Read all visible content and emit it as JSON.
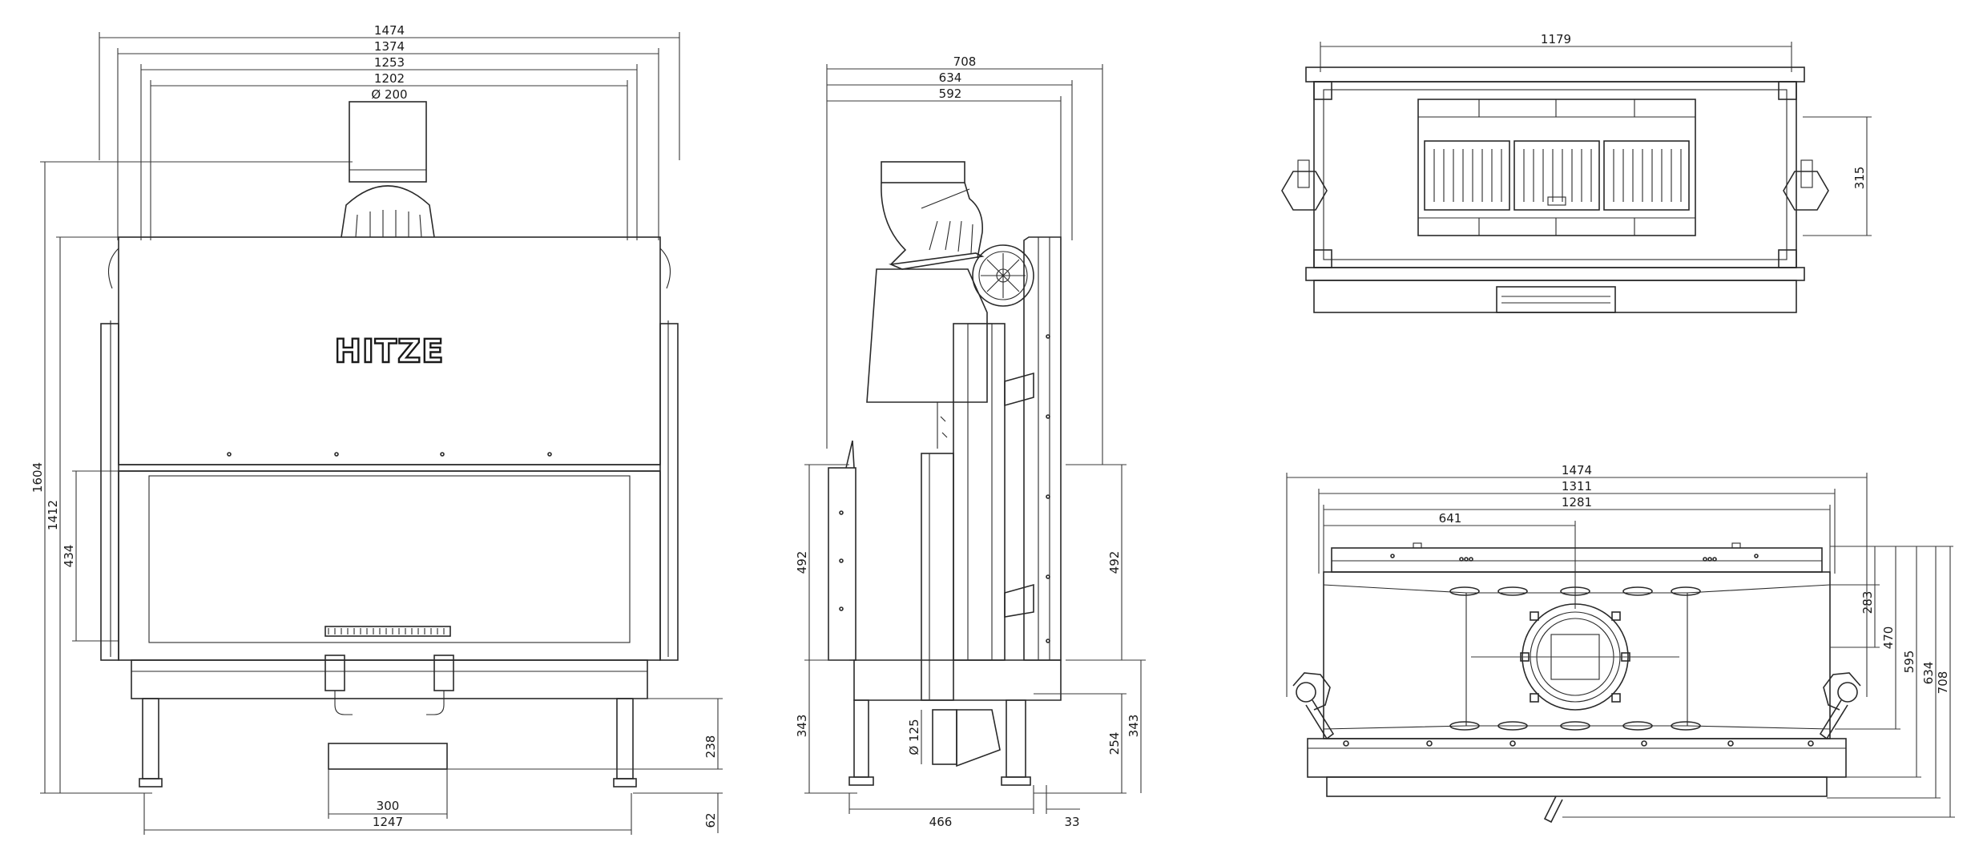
{
  "drawing": {
    "brand": "HITZE",
    "front_view": {
      "overall_width": "1474",
      "width_2": "1374",
      "width_3": "1253",
      "inner_width": "1202",
      "flue_diameter": "Ø 200",
      "total_height": "1604",
      "body_height": "1412",
      "door_height": "434",
      "ash_width": "300",
      "leg_span": "1247",
      "leg_height": "238",
      "foot_height": "62"
    },
    "side_view": {
      "overall_depth": "708",
      "depth_2": "634",
      "depth_3": "592",
      "front_panel": "492",
      "rear_panel": "492",
      "base_height": "343",
      "base_height_right": "343",
      "air_inlet": "Ø 125",
      "leg_height": "254",
      "inlet_offset": "466",
      "rear_offset": "33"
    },
    "top_view": {
      "firebox_width": "1179",
      "depth": "315"
    },
    "bottom_view": {
      "overall_width": "1474",
      "width_2": "1311",
      "width_3": "1281",
      "center_offset": "641",
      "dim_283": "283",
      "dim_470": "470",
      "dim_595": "595",
      "dim_634": "634",
      "dim_708": "708"
    }
  }
}
